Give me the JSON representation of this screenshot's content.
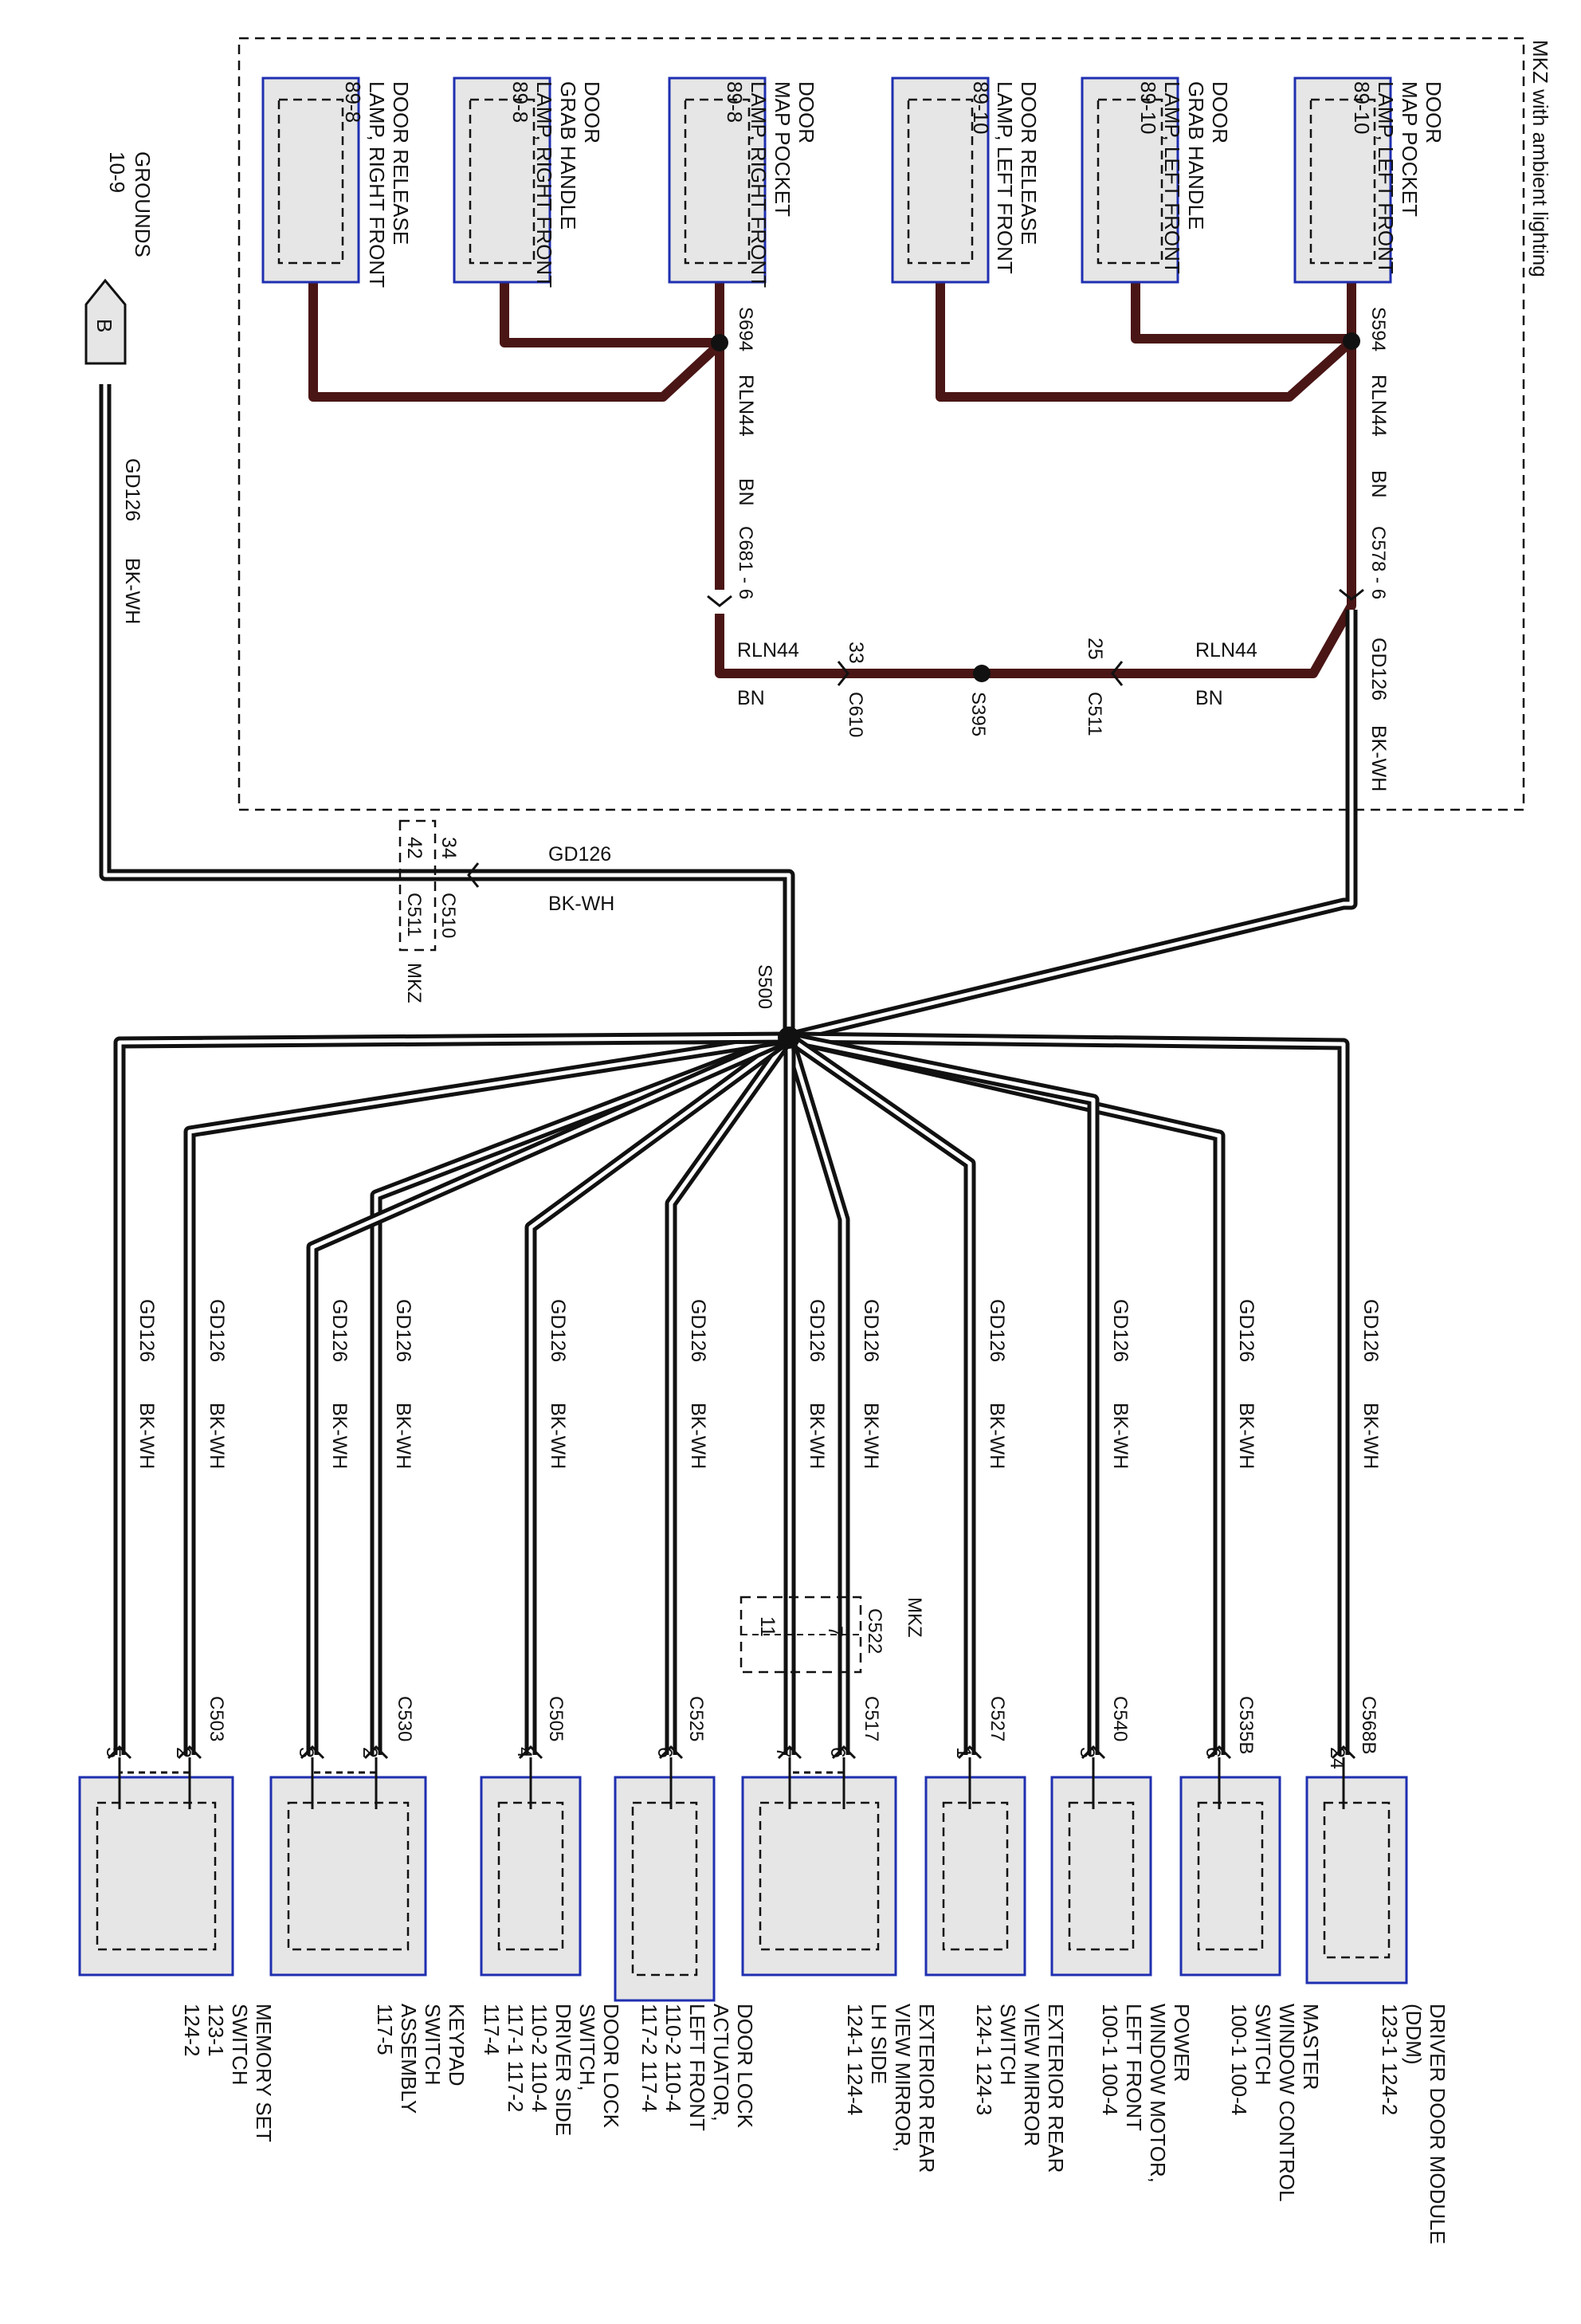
{
  "option_label": "MKZ with ambient lighting",
  "ground": {
    "letter": "B",
    "title": "GROUNDS",
    "ref": "10-9"
  },
  "circuit": "GD126",
  "color": "BK-WH",
  "splice_main": "S500",
  "gd_circuit": {
    "name": "GD126",
    "color": "BK-WH"
  },
  "ground_conn": {
    "pin_a": "34",
    "name_a": "C510",
    "pin_b": "42",
    "name_b": "C511",
    "note": "MKZ"
  },
  "lamp_circuit": {
    "name": "RLN44",
    "color": "BN"
  },
  "left_lamps": {
    "splice": "S594",
    "conn": "C578 - 6",
    "items": [
      {
        "lines": [
          "DOOR",
          "MAP POCKET",
          "LAMP, LEFT FRONT",
          "89-10"
        ]
      },
      {
        "lines": [
          "DOOR",
          "GRAB HANDLE",
          "LAMP, LEFT FRONT",
          "89-10"
        ]
      },
      {
        "lines": [
          "DOOR RELEASE",
          "LAMP, LEFT FRONT",
          "89-10"
        ]
      }
    ]
  },
  "right_lamps": {
    "splice": "S694",
    "conn": "C681 - 6",
    "items": [
      {
        "lines": [
          "DOOR",
          "MAP POCKET",
          "LAMP, RIGHT FRONT",
          "89-8"
        ]
      },
      {
        "lines": [
          "DOOR",
          "GRAB HANDLE",
          "LAMP, RIGHT FRONT",
          "89-8"
        ]
      },
      {
        "lines": [
          "DOOR RELEASE",
          "LAMP, RIGHT FRONT",
          "89-8"
        ]
      }
    ]
  },
  "bridge": {
    "c511_pin": "25",
    "c511": "C511",
    "splice": "S395",
    "c610_pin": "33",
    "c610": "C610"
  },
  "mirror_inline": {
    "name": "C522",
    "pin_a": "7",
    "pin_b": "11",
    "note": "MKZ"
  },
  "components": [
    {
      "connector": "C568B",
      "pins": [
        "24"
      ],
      "lines": [
        "DRIVER DOOR MODULE",
        "(DDM)",
        "123-1   124-2"
      ]
    },
    {
      "connector": "C535B",
      "pins": [
        "6"
      ],
      "lines": [
        "MASTER",
        "WINDOW CONTROL",
        "SWITCH",
        "100-1   100-4"
      ]
    },
    {
      "connector": "C540",
      "pins": [
        "3"
      ],
      "lines": [
        "POWER",
        "WINDOW MOTOR,",
        "LEFT FRONT",
        "100-1   100-4"
      ]
    },
    {
      "connector": "C527",
      "pins": [
        "1"
      ],
      "lines": [
        "EXTERIOR REAR",
        "VIEW MIRROR",
        "SWITCH",
        "124-1   124-3"
      ]
    },
    {
      "connector": "C517",
      "pins": [
        "6",
        "7"
      ],
      "lines": [
        "EXTERIOR REAR",
        "VIEW MIRROR,",
        "LH SIDE",
        "124-1   124-4"
      ]
    },
    {
      "connector": "C525",
      "pins": [
        "6"
      ],
      "lines": [
        "DOOR LOCK",
        "ACTUATOR,",
        "LEFT FRONT",
        "110-2      110-4",
        "117-2      117-4"
      ]
    },
    {
      "connector": "C505",
      "pins": [
        "4"
      ],
      "lines": [
        "DOOR LOCK",
        "SWITCH,",
        "DRIVER SIDE",
        "110-2      110-4",
        "117-1      117-2",
        "117-4"
      ]
    },
    {
      "connector": "C530",
      "pins": [
        "2",
        "3"
      ],
      "lines": [
        "KEYPAD",
        "SWITCH",
        "ASSEMBLY",
        "117-5"
      ]
    },
    {
      "connector": "C503",
      "pins": [
        "2",
        "5"
      ],
      "lines": [
        "MEMORY SET",
        "SWITCH",
        "123-1",
        "124-2"
      ]
    }
  ],
  "colors": {
    "wire": "#111111",
    "brown_wire": "#4a1515",
    "box_fill": "#e6e6e6",
    "box_border": "#1f2fb0"
  }
}
